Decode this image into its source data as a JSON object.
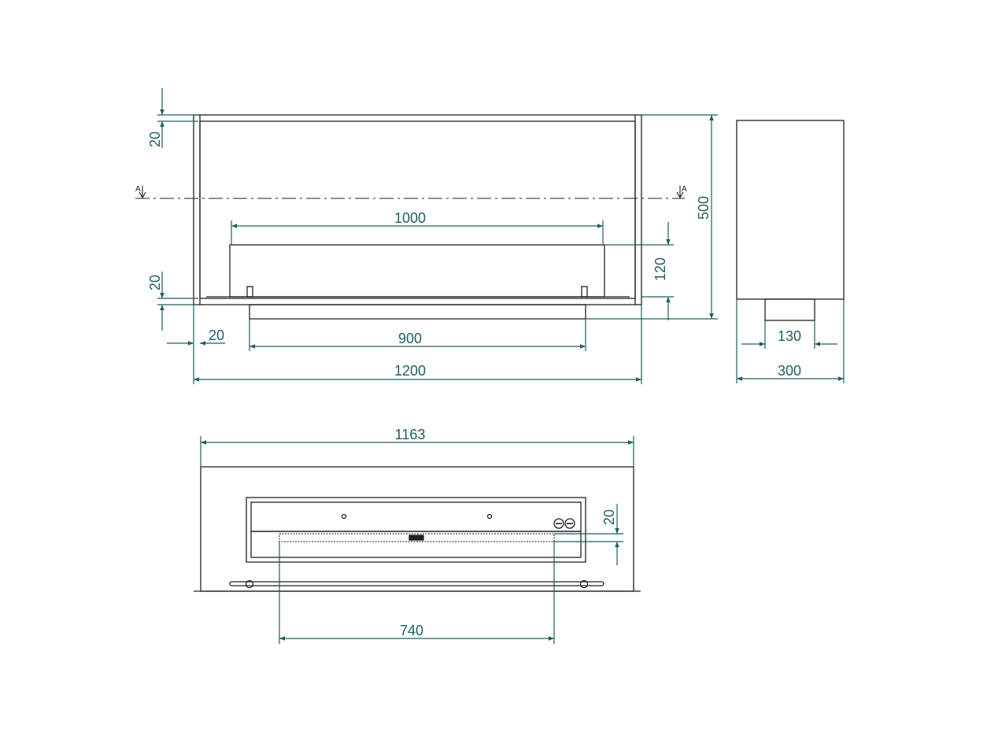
{
  "colors": {
    "background": "#ffffff",
    "outline": "#222222",
    "dimension": "#1f5f5f"
  },
  "section_marker": {
    "label": "A"
  },
  "front_view": {
    "dims": {
      "top_frame": "20",
      "bottom_frame": "20",
      "side_frame": "20",
      "burner_width": "1000",
      "burner_height": "120",
      "base_width": "900",
      "total_width": "1200",
      "total_height": "500"
    }
  },
  "side_view": {
    "dims": {
      "base_depth": "130",
      "total_depth": "300"
    }
  },
  "top_view": {
    "dims": {
      "total_width": "1163",
      "slot_width": "740",
      "slot_depth": "20"
    }
  }
}
